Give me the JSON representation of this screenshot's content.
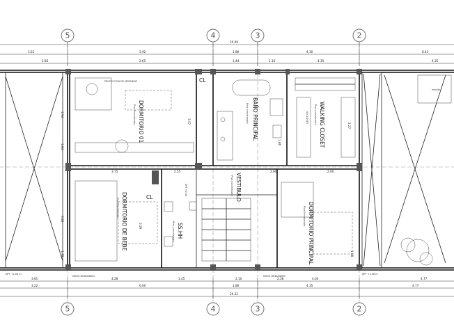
{
  "grid_labels": {
    "top": [
      "5",
      "4",
      "3",
      "2"
    ],
    "bottom": [
      "5",
      "4",
      "3",
      "2"
    ]
  },
  "dimensions": {
    "overall_top": "20.98",
    "top_row1": [
      "3.22",
      "2.85",
      "5.92",
      "1.80",
      "4.30",
      "8.43"
    ],
    "top_row2": [
      "2.65",
      "1.44",
      "1.16",
      "4.35",
      "4.35"
    ],
    "mid_h": [
      "3.75",
      "2.55",
      "2.00",
      "2.90"
    ],
    "bottom_row1": [
      "3.61",
      "4.28",
      "1.45",
      "2.10",
      "2.38",
      "4.04",
      "4.77"
    ],
    "bottom_row2": [
      "3.22",
      "6.00",
      "1.80",
      "4.35",
      "4.77"
    ],
    "overall_bottom": "20.32",
    "left_v": [
      "1.94",
      "1.84",
      "3.80",
      "1.78"
    ],
    "vertical_misc": [
      "3.57",
      "1.80",
      "2.27",
      "3.59",
      "1.90"
    ]
  },
  "levels": {
    "left_npt": "NPT +2.58 m",
    "right_npt": "NPT +2.58 m",
    "stair_npt": "NPT +2.58"
  },
  "rooms": {
    "dormitorio_01": {
      "name": "DORMITORIO 01",
      "sub": "Piso Porcelanato"
    },
    "bano_principal": {
      "name": "BAÑO PRINCIPAL",
      "sub": "Piso porcelanato"
    },
    "walking_closet": {
      "name": "WALKING CLOSET",
      "sub": "Piso porcelanato"
    },
    "dormitorio_bebe": {
      "name": "DORMITORIO DE BEBE",
      "sub": "Piso Porcelanato"
    },
    "vestibulo": {
      "name": "VESTIBULO",
      "sub": "Piso porcelanato"
    },
    "dormitorio_principal": {
      "name": "DORMITORIO PRINCIPAL",
      "sub": "Piso Porcelanato"
    },
    "sshh": {
      "name": "SS.HH",
      "sub": "Piso porcelanato"
    }
  },
  "labels": {
    "cl1": "CL",
    "cl2": "CL",
    "w_closet": "W.CLOSET",
    "proyeccion": "PROYECCION DE MEZANINE",
    "muro_left": "MURO MEDIANERO",
    "muro_right": "MURO MEDIANERO",
    "estudio": "estudio"
  },
  "colors": {
    "wall": "#111111",
    "grid": "#9a9a9a",
    "bubble": "#666666"
  }
}
